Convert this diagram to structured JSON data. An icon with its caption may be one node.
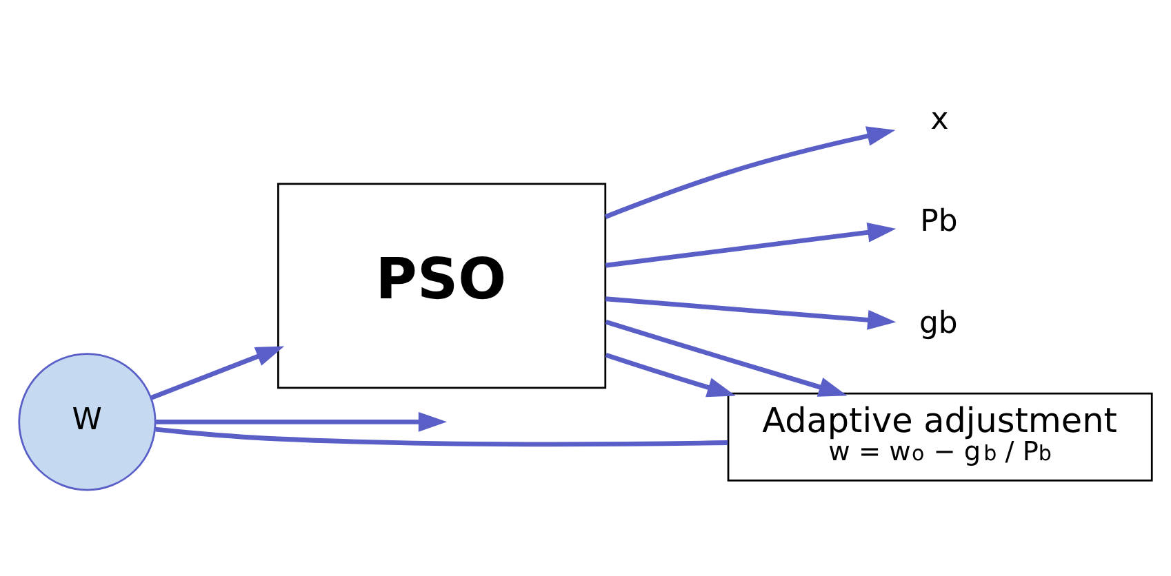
{
  "diagram": {
    "nodes": [
      {
        "text": [
          "W"
        ]
      },
      {
        "text": [
          "PSO"
        ]
      },
      {
        "text": [
          "Adaptive adjustment",
          "w = w$_{o}$ − g$_{b}$ / P$_{b}$"
        ]
      },
      {
        "text": [
          "x"
        ]
      },
      {
        "text": [
          "Pb"
        ]
      },
      {
        "text": [
          "gb"
        ]
      }
    ],
    "edges": [
      {
        "from": 0,
        "to": 1,
        "arrow": "to"
      },
      {
        "from": 1,
        "to": 3,
        "arrow": "to"
      },
      {
        "from": 1,
        "to": 4,
        "arrow": "to"
      },
      {
        "from": 1,
        "to": 5,
        "arrow": "to"
      },
      {
        "from": 1,
        "to": 2,
        "arrow": "to"
      },
      {
        "from": 1,
        "to": 2,
        "arrow": "to"
      },
      {
        "from": 2,
        "to": 0,
        "arrow": "none"
      },
      {
        "from": 0,
        "to": null,
        "arrow": "to"
      }
    ]
  }
}
